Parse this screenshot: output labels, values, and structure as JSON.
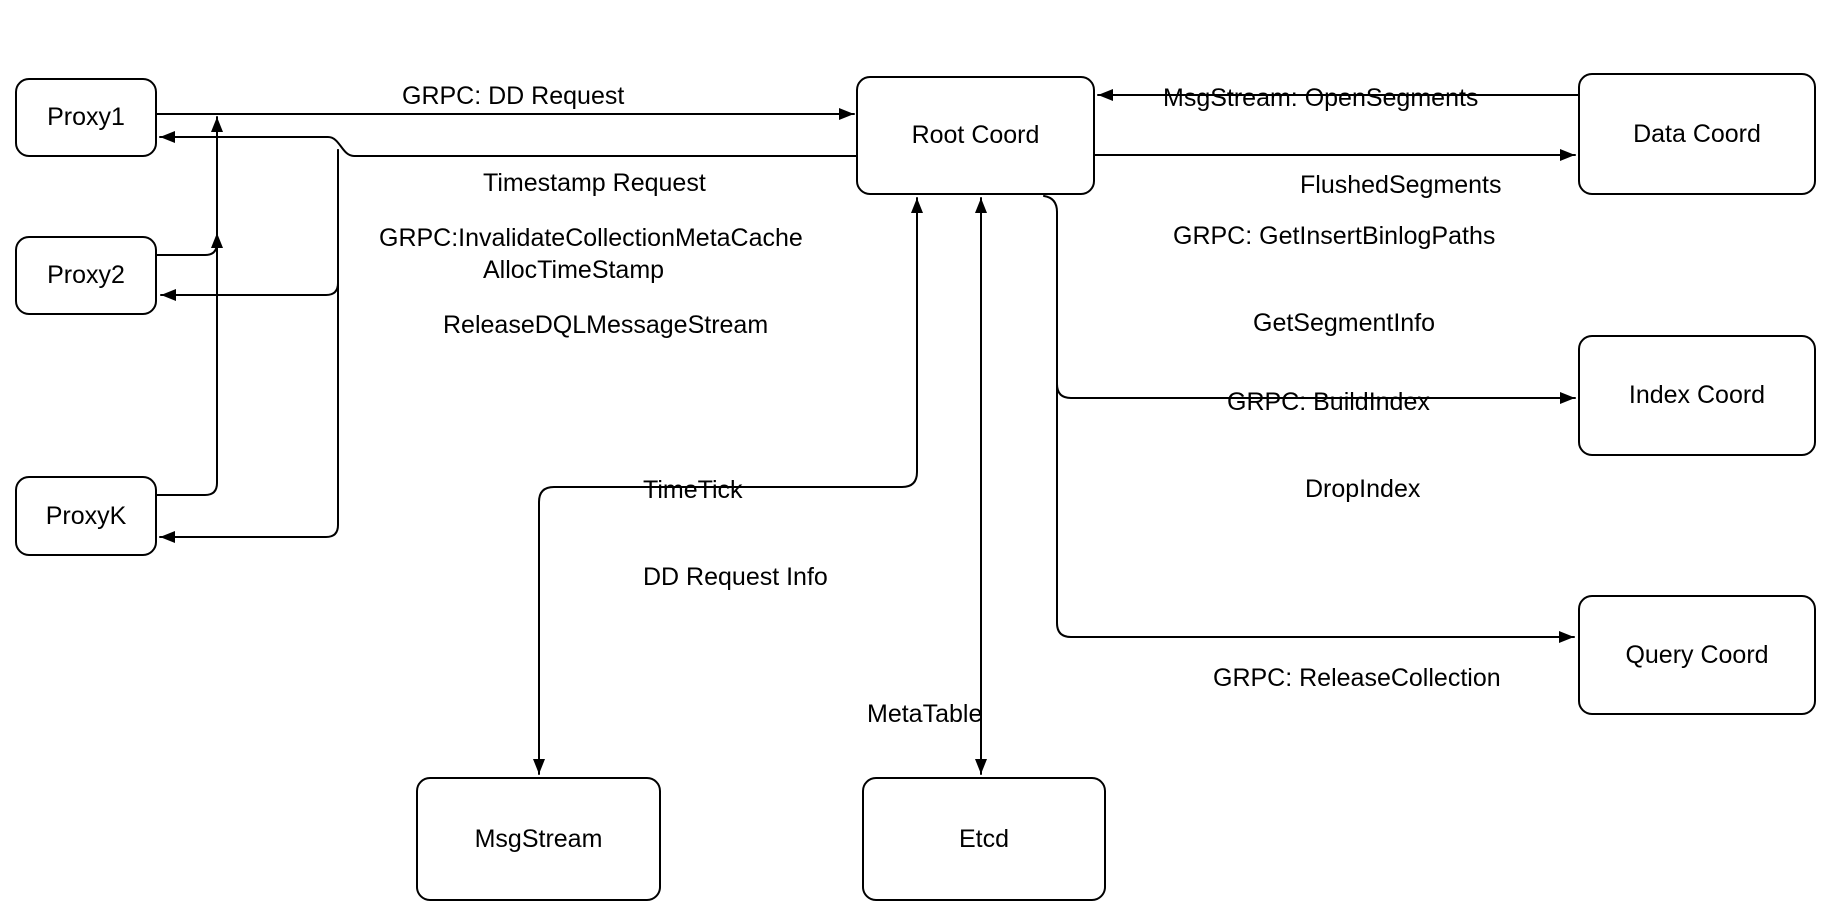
{
  "nodes": {
    "proxy1": {
      "label": "Proxy1"
    },
    "proxy2": {
      "label": "Proxy2"
    },
    "proxyk": {
      "label": "ProxyK"
    },
    "root": {
      "label": "Root Coord"
    },
    "data": {
      "label": "Data Coord"
    },
    "index": {
      "label": "Index Coord"
    },
    "query": {
      "label": "Query Coord"
    },
    "msgstream": {
      "label": "MsgStream"
    },
    "etcd": {
      "label": "Etcd"
    }
  },
  "edge_labels": {
    "proxy_to_root": {
      "lines": [
        "GRPC: DD Request",
        "Timestamp Request",
        "AllocTimeStamp"
      ]
    },
    "root_to_proxies": {
      "lines": [
        "GRPC:InvalidateCollectionMetaCache",
        "ReleaseDQLMessageStream"
      ]
    },
    "data_to_root": {
      "lines": [
        "MsgStream: OpenSegments",
        "FlushedSegments"
      ]
    },
    "root_to_data": {
      "lines": [
        "GRPC: GetInsertBinlogPaths",
        "GetSegmentInfo"
      ]
    },
    "root_to_index": {
      "lines": [
        "GRPC: BuildIndex",
        "DropIndex"
      ]
    },
    "root_to_msgstream": {
      "lines": [
        "TimeTick",
        "DD Request Info"
      ]
    },
    "root_to_query": {
      "lines": [
        "GRPC: ReleaseCollection"
      ]
    },
    "root_to_etcd": {
      "lines": [
        "MetaTable"
      ]
    }
  },
  "colors": {
    "stroke": "#000000",
    "node_fill": "#ffffff",
    "text": "#000000",
    "background": "#ffffff"
  }
}
